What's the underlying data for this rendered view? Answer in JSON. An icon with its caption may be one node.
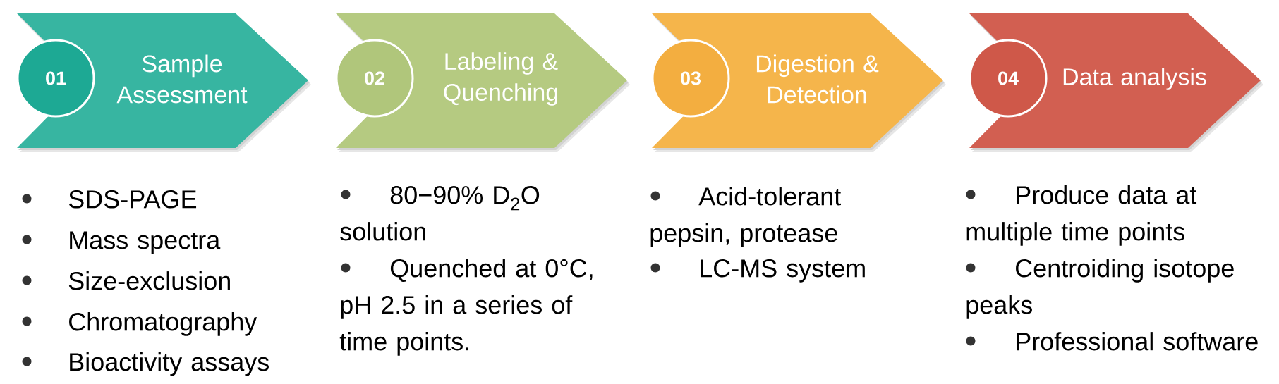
{
  "diagram": {
    "nodes": [
      {
        "text": [
          "Sample Assessment"
        ],
        "beside": [
          "SDS-PAGE",
          "Mass spectra",
          "Size-exclusion",
          "Chromatography",
          "Bioactivity assays"
        ]
      },
      {
        "text": [
          "01"
        ],
        "in": 0
      },
      {
        "text": [
          "Labeling & Quenching"
        ],
        "beside": [
          "80−90% D$_{2}$O solution",
          "Quenched at 0°C, pH 2.5 in a series of time points."
        ]
      },
      {
        "text": [
          "02"
        ],
        "in": 2
      },
      {
        "text": [
          "Digestion & Detection"
        ],
        "beside": [
          "Acid-tolerant pepsin, protease",
          "LC-MS system"
        ]
      },
      {
        "text": [
          "03"
        ],
        "in": 4
      },
      {
        "text": [
          "Data analysis"
        ],
        "beside": [
          "Produce data at multiple time points",
          "Centroiding isotope peaks",
          "Professional software"
        ]
      },
      {
        "text": [
          "04"
        ],
        "in": 6
      }
    ]
  }
}
